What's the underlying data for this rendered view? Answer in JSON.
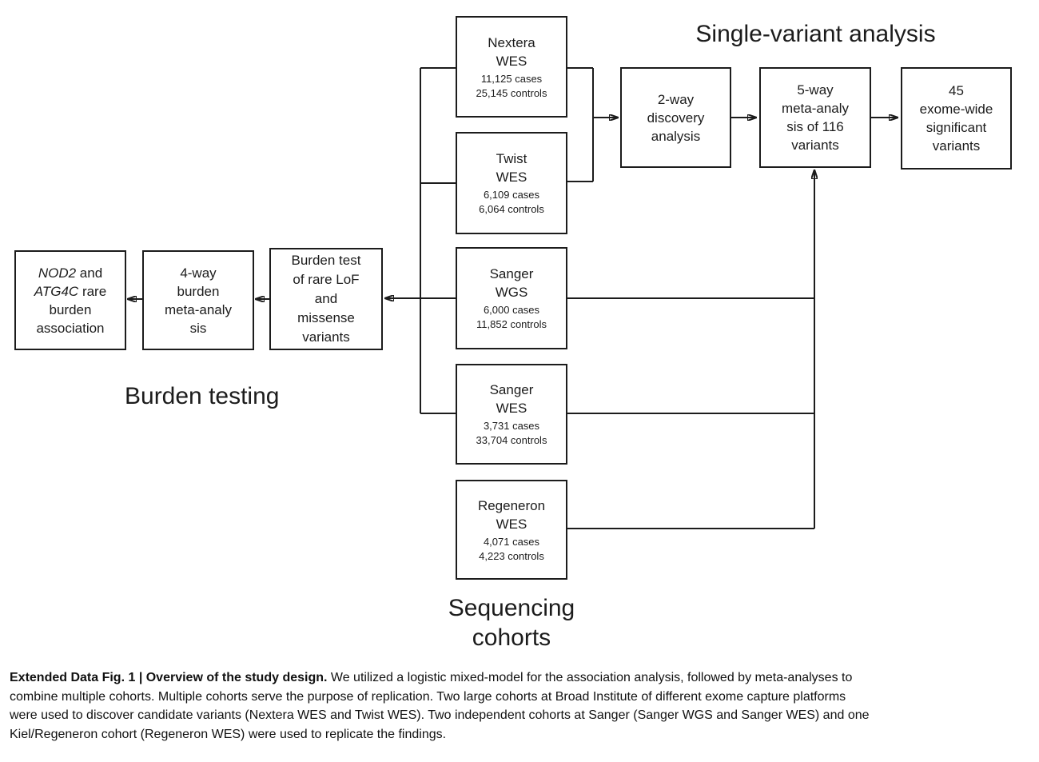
{
  "titles": {
    "single_variant": "Single-variant analysis",
    "burden_testing": "Burden testing",
    "cohorts_line1": "Sequencing",
    "cohorts_line2": "cohorts"
  },
  "cohorts": [
    {
      "line1": "Nextera",
      "line2": "WES",
      "cases": "11,125 cases",
      "controls": "25,145 controls"
    },
    {
      "line1": "Twist",
      "line2": "WES",
      "cases": "6,109 cases",
      "controls": "6,064 controls"
    },
    {
      "line1": "Sanger",
      "line2": "WGS",
      "cases": "6,000 cases",
      "controls": "11,852 controls"
    },
    {
      "line1": "Sanger",
      "line2": "WES",
      "cases": "3,731 cases",
      "controls": "33,704 controls"
    },
    {
      "line1": "Regeneron",
      "line2": "WES",
      "cases": "4,071 cases",
      "controls": "4,223 controls"
    }
  ],
  "analysis": {
    "two_way": {
      "line1": "2-way",
      "line2": "discovery",
      "line3": "analysis"
    },
    "five_way": {
      "line1": "5-way",
      "line2": "meta-analy",
      "line3": "sis of 116",
      "line4": "variants"
    },
    "significant": {
      "line1": "45",
      "line2": "exome-wide",
      "line3": "significant",
      "line4": "variants"
    }
  },
  "burden": {
    "test": {
      "line1": "Burden test",
      "line2": "of rare LoF",
      "line3": "and",
      "line4": "missense",
      "line5": "variants"
    },
    "meta": {
      "line1": "4-way",
      "line2": "burden",
      "line3": "meta-analy",
      "line4": "sis"
    },
    "result": {
      "gene1": "NOD2",
      "rest1": " and",
      "gene2": "ATG4C",
      "rest2": " rare",
      "line3": "burden",
      "line4": "association"
    }
  },
  "caption": {
    "lead": "Extended Data Fig. 1 | Overview of the study design.",
    "line1_rest": " We utilized a logistic mixed-model for the association analysis, followed by meta-analyses to",
    "line2": "combine multiple cohorts. Multiple cohorts serve the purpose of replication. Two large cohorts at Broad Institute of different exome capture platforms",
    "line3": "were used to discover candidate variants (Nextera WES and Twist WES). Two independent cohorts at Sanger (Sanger WGS and Sanger WES) and one",
    "line4": "Kiel/Regeneron cohort (Regeneron WES) were used to replicate the findings."
  },
  "colors": {
    "line": "#1c1c1c",
    "text": "#1c1c1c",
    "background": "#ffffff"
  }
}
